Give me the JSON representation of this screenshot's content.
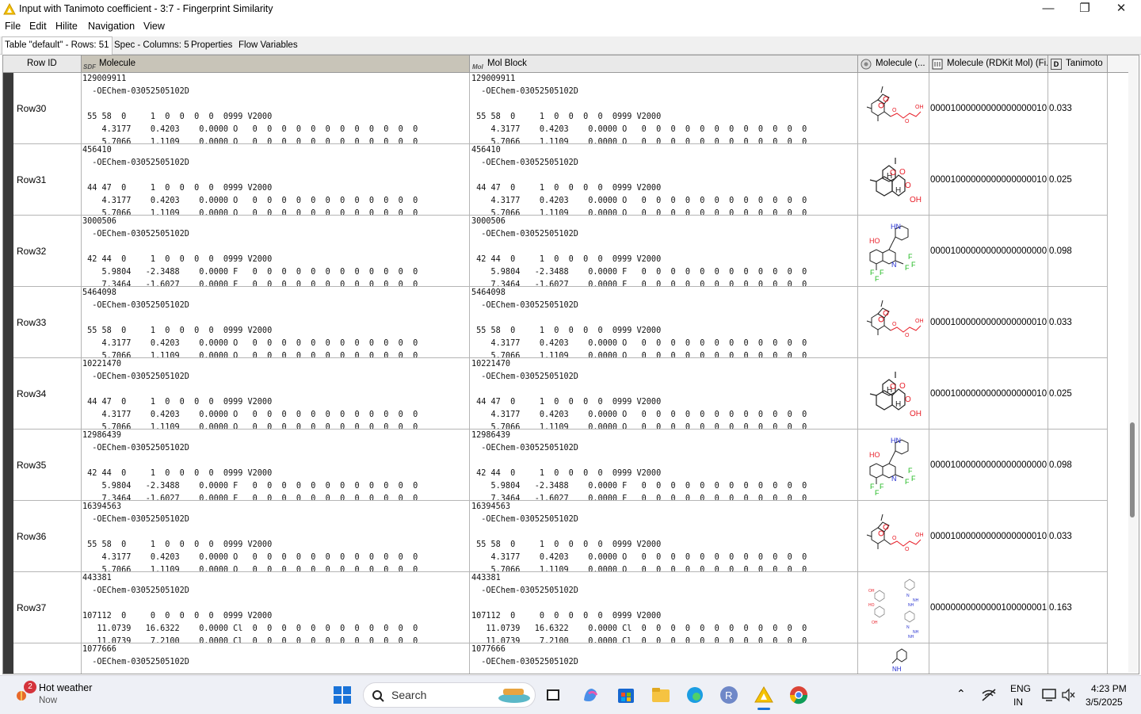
{
  "window": {
    "title": "Input with Tanimoto coefficient - 3:7 - Fingerprint Similarity",
    "minimize_glyph": "—",
    "maximize_glyph": "❐",
    "close_glyph": "✕"
  },
  "menu": [
    "File",
    "Edit",
    "Hilite",
    "Navigation",
    "View"
  ],
  "tabs": [
    "Table \"default\" - Rows: 51",
    "Spec - Columns: 5",
    "Properties",
    "Flow Variables"
  ],
  "columns": {
    "rowid": "Row ID",
    "molecule": "Molecule",
    "molecule_type": "SDF",
    "molblock": "Mol Block",
    "molblock_type": "Mol",
    "rdkit_img": "Molecule (...",
    "fingerprint": "Molecule (RDKit Mol) (Fi...",
    "tanimoto": "Tanimoto",
    "tanimoto_type": "D"
  },
  "rows": [
    {
      "id": "Row30",
      "structure": "ester-icon",
      "sdf": "129009911\n  -OEChem-03052505102D\n\n 55 58  0     1  0  0  0  0  0999 V2000\n    4.3177    0.4203    0.0000 O   0  0  0  0  0  0  0  0  0  0  0  0\n    5.7066    1.1109    0.0000 O   0  0  0  0  0  0  0  0  0  0  0  0",
      "fp": "00001000000000000000010...",
      "tanimoto": "0.033"
    },
    {
      "id": "Row31",
      "structure": "artemisinin-icon",
      "sdf": "456410\n  -OEChem-03052505102D\n\n 44 47  0     1  0  0  0  0  0999 V2000\n    4.3177    0.4203    0.0000 O   0  0  0  0  0  0  0  0  0  0  0  0\n    5.7066    1.1109    0.0000 O   0  0  0  0  0  0  0  0  0  0  0  0",
      "fp": "00001000000000000000010...",
      "tanimoto": "0.025"
    },
    {
      "id": "Row32",
      "structure": "mefloquine-icon",
      "sdf": "3000506\n  -OEChem-03052505102D\n\n 42 44  0     1  0  0  0  0  0999 V2000\n    5.9804   -2.3488    0.0000 F   0  0  0  0  0  0  0  0  0  0  0  0\n    7.3464   -1.6027    0.0000 F   0  0  0  0  0  0  0  0  0  0  0  0",
      "fp": "00001000000000000000000...",
      "tanimoto": "0.098"
    },
    {
      "id": "Row33",
      "structure": "ester-icon",
      "sdf": "5464098\n  -OEChem-03052505102D\n\n 55 58  0     1  0  0  0  0  0999 V2000\n    4.3177    0.4203    0.0000 O   0  0  0  0  0  0  0  0  0  0  0  0\n    5.7066    1.1109    0.0000 O   0  0  0  0  0  0  0  0  0  0  0  0",
      "fp": "00001000000000000000010...",
      "tanimoto": "0.033"
    },
    {
      "id": "Row34",
      "structure": "artemisinin-icon",
      "sdf": "10221470\n  -OEChem-03052505102D\n\n 44 47  0     1  0  0  0  0  0999 V2000\n    4.3177    0.4203    0.0000 O   0  0  0  0  0  0  0  0  0  0  0  0\n    5.7066    1.1109    0.0000 O   0  0  0  0  0  0  0  0  0  0  0  0",
      "fp": "00001000000000000000010...",
      "tanimoto": "0.025"
    },
    {
      "id": "Row35",
      "structure": "mefloquine-icon",
      "sdf": "12986439\n  -OEChem-03052505102D\n\n 42 44  0     1  0  0  0  0  0999 V2000\n    5.9804   -2.3488    0.0000 F   0  0  0  0  0  0  0  0  0  0  0  0\n    7.3464   -1.6027    0.0000 F   0  0  0  0  0  0  0  0  0  0  0  0",
      "fp": "00001000000000000000000...",
      "tanimoto": "0.098"
    },
    {
      "id": "Row36",
      "structure": "ester-icon",
      "sdf": "16394563\n  -OEChem-03052505102D\n\n 55 58  0     1  0  0  0  0  0999 V2000\n    4.3177    0.4203    0.0000 O   0  0  0  0  0  0  0  0  0  0  0  0\n    5.7066    1.1109    0.0000 O   0  0  0  0  0  0  0  0  0  0  0  0",
      "fp": "00001000000000000000010...",
      "tanimoto": "0.033"
    },
    {
      "id": "Row37",
      "structure": "multi-fragment-icon",
      "sdf": "443381\n  -OEChem-03052505102D\n\n107112  0     0  0  0  0  0  0999 V2000\n   11.0739   16.6322    0.0000 Cl  0  0  0  0  0  0  0  0  0  0  0  0\n   11.0739    7.2100    0.0000 Cl  0  0  0  0  0  0  0  0  0  0  0  0",
      "fp": "00000000000000100000001...",
      "tanimoto": "0.163"
    },
    {
      "id": "",
      "structure": "amide-icon",
      "sdf": "1077666\n  -OEChem-03052505102D\n\n",
      "fp": "",
      "tanimoto": ""
    }
  ],
  "taskbar": {
    "weather_title": "Hot weather",
    "weather_sub": "Now",
    "weather_badge": "2",
    "search_placeholder": "Search",
    "lang_top": "ENG",
    "lang_bottom": "IN",
    "time": "4:23 PM",
    "date": "3/5/2025"
  },
  "colors": {
    "accent_strip": "#3a3a3a",
    "oxygen": "#e8202a",
    "nitrogen": "#2630d0",
    "fluorine": "#1fb81f"
  }
}
